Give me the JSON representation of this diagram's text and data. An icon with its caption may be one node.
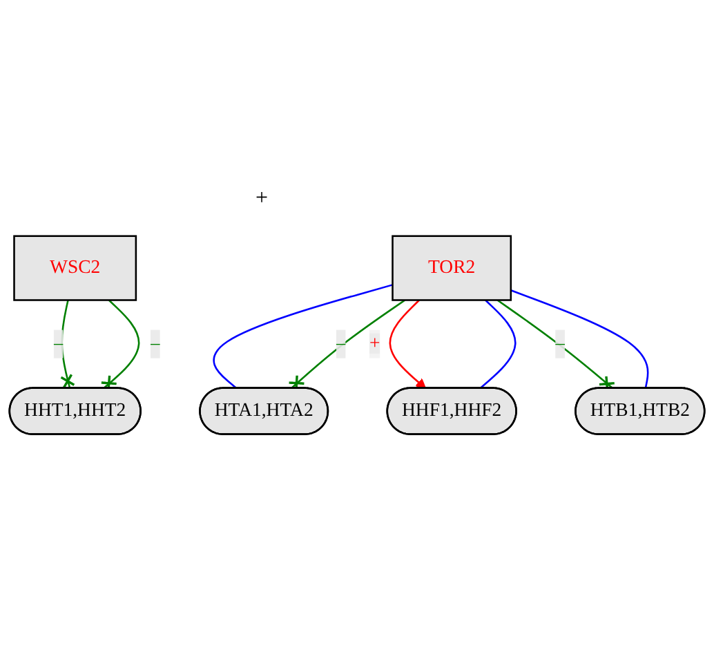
{
  "diagram": {
    "nodes": [
      {
        "text": [
          "WSC2"
        ]
      },
      {
        "text": [
          "TOR2"
        ]
      },
      {
        "text": [
          "HHT1,HHT2"
        ]
      },
      {
        "text": [
          "HTA1,HTA2"
        ]
      },
      {
        "text": [
          "HTB1,HTB2"
        ]
      },
      {
        "text": [
          "HHF1,HHF2"
        ]
      }
    ],
    "edges": [
      {
        "from": 0,
        "to": 2,
        "arrow": "other",
        "label": "–"
      },
      {
        "from": 0,
        "to": 2,
        "arrow": "other",
        "label": "–"
      },
      {
        "from": 1,
        "to": 3,
        "arrow": "none",
        "color": "#0000ff"
      },
      {
        "from": 1,
        "to": 3,
        "arrow": "other",
        "label": "–"
      },
      {
        "from": 1,
        "to": 5,
        "arrow": "to",
        "label": "+",
        "color": "#ff0000"
      },
      {
        "from": 1,
        "to": 5,
        "arrow": "none",
        "color": "#0000ff"
      },
      {
        "from": 1,
        "to": 4,
        "arrow": "other",
        "label": "–"
      },
      {
        "from": 1,
        "to": 4,
        "arrow": "none",
        "color": "#0000ff"
      }
    ],
    "labels": [
      "+"
    ]
  }
}
